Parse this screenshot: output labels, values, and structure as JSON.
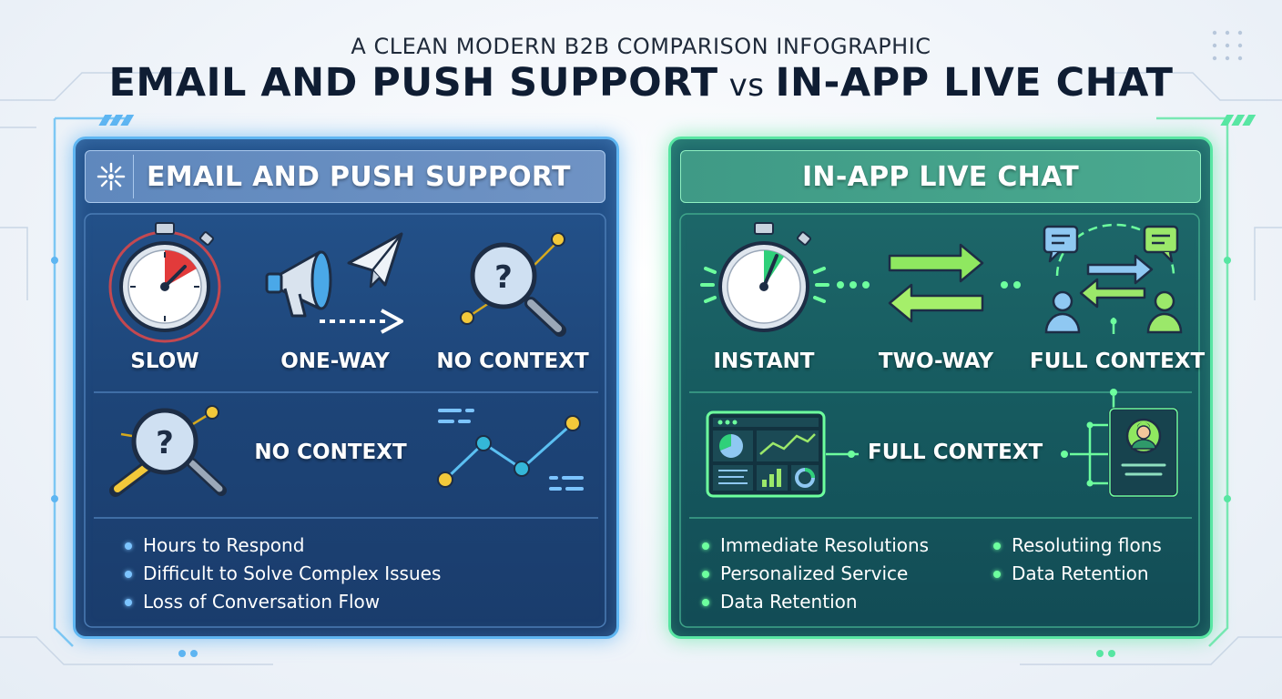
{
  "header": {
    "subtitle": "A CLEAN MODERN B2B COMPARISON INFOGRAPHIC",
    "title_left": "EMAIL AND PUSH SUPPORT",
    "title_vs": "vs",
    "title_right": "IN-APP LIVE CHAT"
  },
  "left_panel": {
    "heading": "EMAIL AND PUSH SUPPORT",
    "features_row1": [
      "SLOW",
      "ONE-WAY",
      "NO CONTEXT"
    ],
    "feature_row2": "NO CONTEXT",
    "bullets": [
      "Hours to Respond",
      "Difficult to Solve Complex Issues",
      "Loss of Conversation Flow"
    ],
    "icons": [
      "sparkle-icon",
      "stopwatch-icon",
      "megaphone-icon",
      "paper-plane-icon",
      "magnifier-question-icon",
      "line-chart-icon"
    ]
  },
  "right_panel": {
    "heading": "IN-APP LIVE CHAT",
    "features_row1": [
      "INSTANT",
      "TWO-WAY",
      "FULL CONTEXT"
    ],
    "feature_row2": "FULL CONTEXT",
    "bullets_col1": [
      "Immediate Resolutions",
      "Personalized Service",
      "Data Retention"
    ],
    "bullets_col2": [
      "Resolutiing flons",
      "Data Retention"
    ],
    "icons": [
      "stopwatch-icon",
      "two-way-arrows-icon",
      "chat-users-icon",
      "dashboard-icon",
      "profile-card-icon"
    ]
  },
  "colors": {
    "left_accent": "#5fb6f2",
    "right_accent": "#58e6a3",
    "title": "#0f1d33"
  }
}
